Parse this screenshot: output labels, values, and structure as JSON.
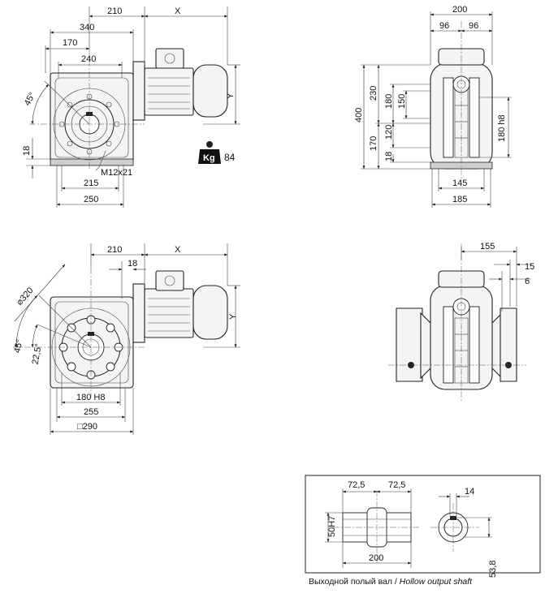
{
  "view1": {
    "dim_210": "210",
    "dim_x": "X",
    "dim_340": "340",
    "dim_170": "170",
    "dim_240": "240",
    "dim_y": "Y",
    "angle_45": "45°",
    "dim_18": "18",
    "thread": "M12x21",
    "dim_215": "215",
    "dim_250": "250"
  },
  "weight": {
    "badge": "Kg",
    "value": "84"
  },
  "view2": {
    "dim_200": "200",
    "dim_96a": "96",
    "dim_96b": "96",
    "dim_400": "400",
    "dim_230": "230",
    "dim_180": "180",
    "dim_150": "150",
    "dim_170": "170",
    "dim_120": "120",
    "dim_18": "18",
    "dim_180h8": "180 h8",
    "dim_145": "145",
    "dim_185": "185"
  },
  "view3": {
    "dim_210": "210",
    "dim_x": "X",
    "dim_18": "18",
    "dia_320": "⌀320",
    "dim_y": "Y",
    "angle_45": "45°",
    "angle_225": "22,5°",
    "dim_180h8": "180 H8",
    "dim_255": "255",
    "dim_290": "□290"
  },
  "view4": {
    "dim_155": "155",
    "dim_15": "15",
    "dim_6": "6"
  },
  "shaft": {
    "dim_725a": "72,5",
    "dim_725b": "72,5",
    "dim_50h7": "50H7",
    "dim_200": "200",
    "dim_14": "14",
    "dim_538": "53,8",
    "caption_ru": "Выходной полый вал / ",
    "caption_en": "Hollow output shaft"
  }
}
